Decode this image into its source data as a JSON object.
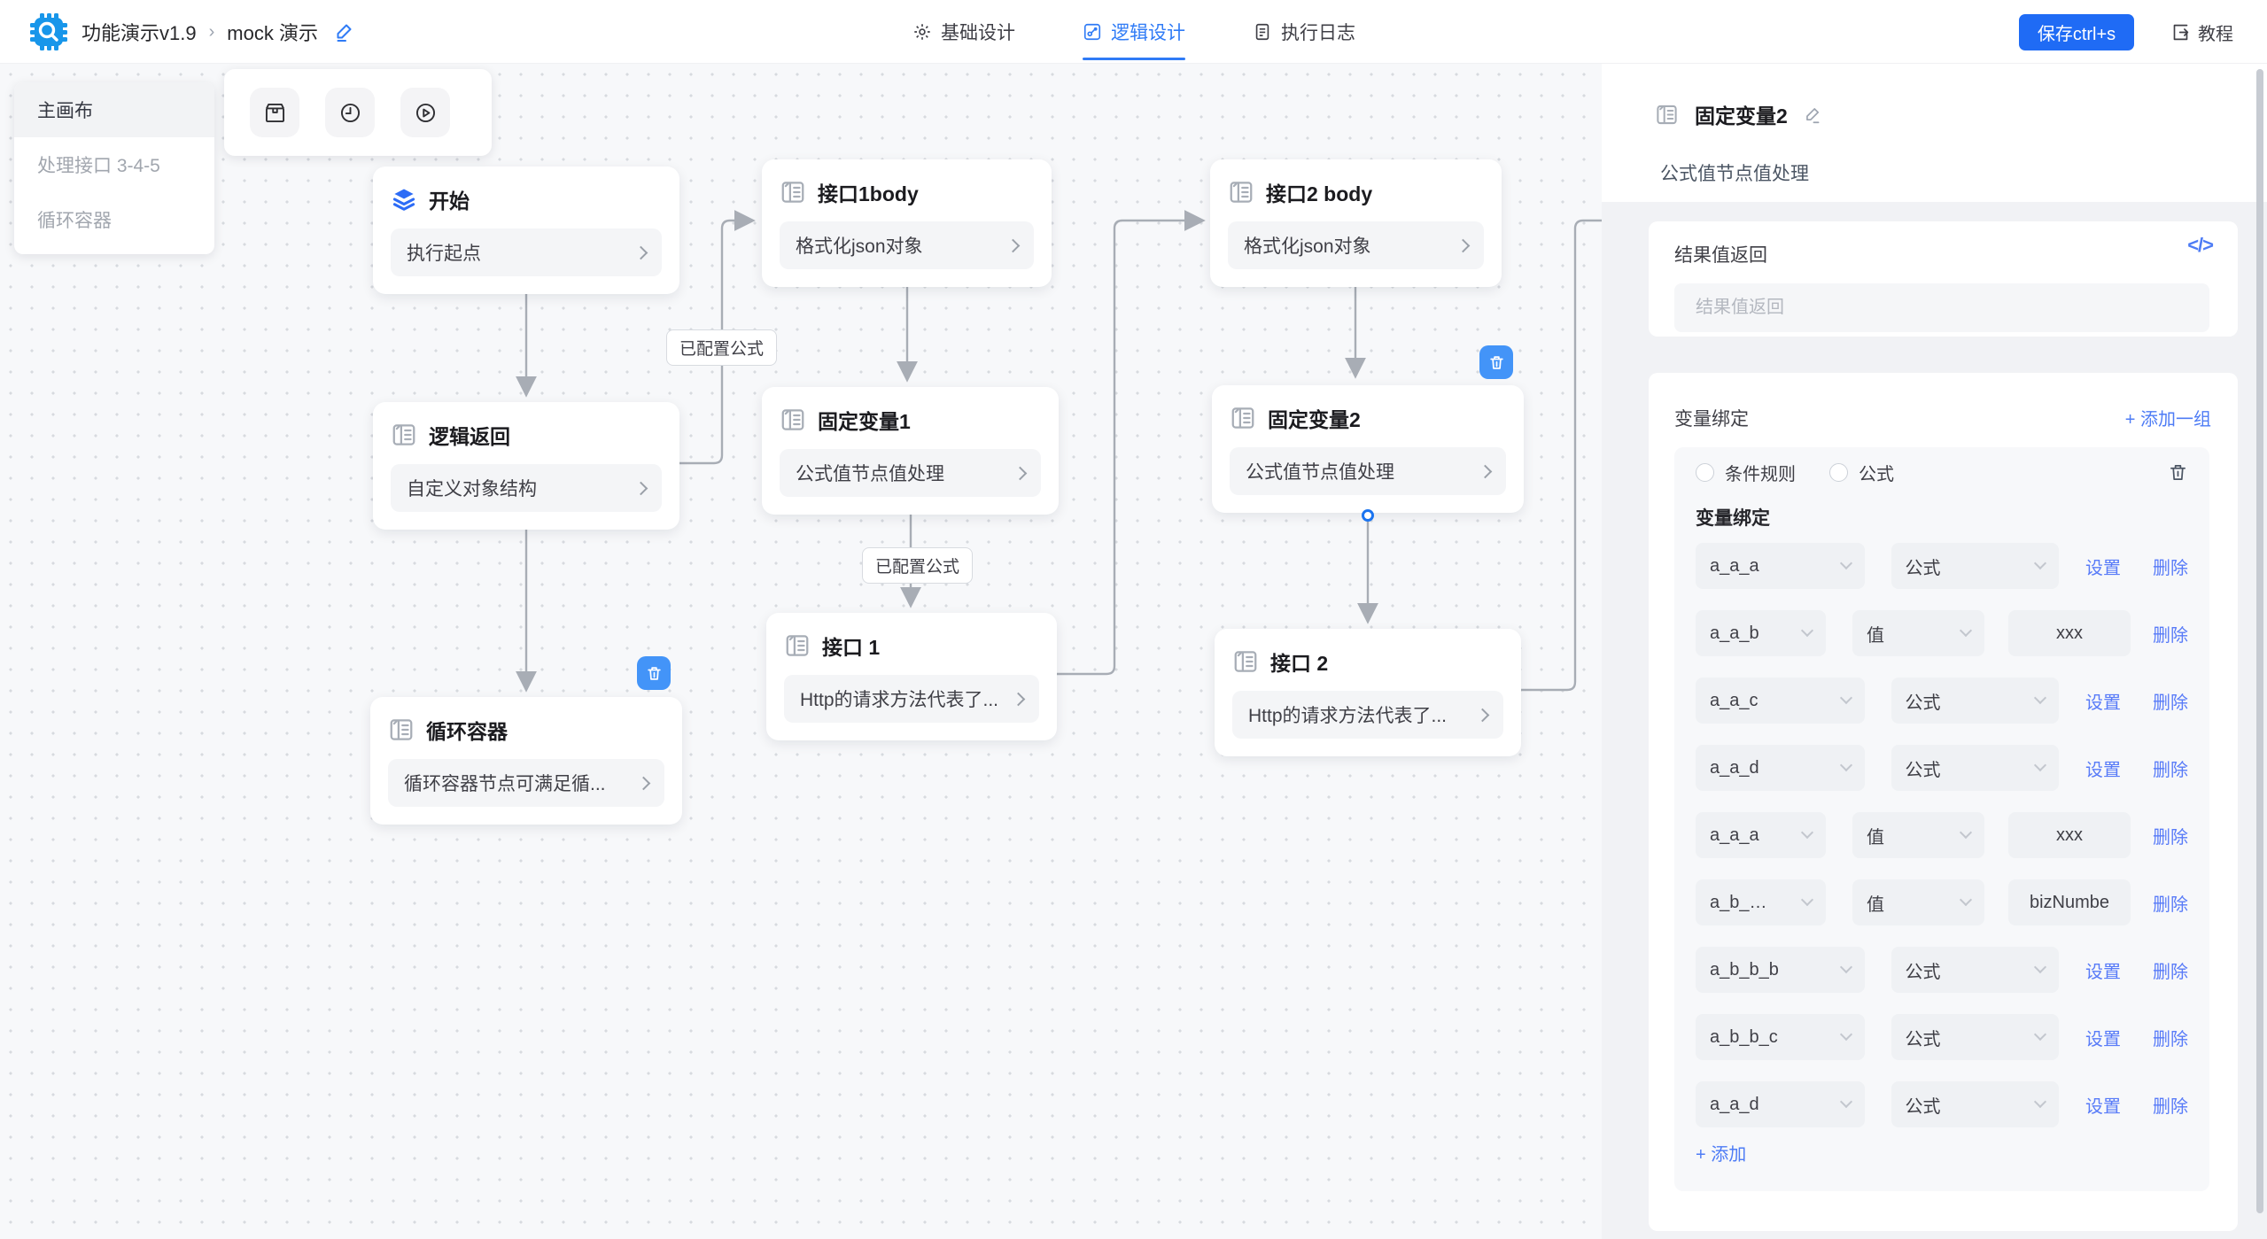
{
  "header": {
    "breadcrumb": {
      "app": "功能演示v1.9",
      "separator": "›",
      "page": "mock 演示"
    },
    "tabs": [
      {
        "label": "基础设计",
        "icon": "gear-icon"
      },
      {
        "label": "逻辑设计",
        "icon": "flow-icon"
      },
      {
        "label": "执行日志",
        "icon": "document-icon"
      }
    ],
    "save_label": "保存ctrl+s",
    "tutorial_label": "教程"
  },
  "canvas": {
    "left_panel": {
      "items": [
        {
          "label": "主画布"
        },
        {
          "label": "处理接口 3-4-5"
        },
        {
          "label": "循环容器"
        }
      ]
    },
    "toolbar_icons": [
      "package-icon",
      "clock-icon",
      "play-circle-icon"
    ],
    "nodes": [
      {
        "title": "开始",
        "body": "执行起点",
        "icon": "layers-icon"
      },
      {
        "title": "接口1body",
        "body": "格式化json对象",
        "icon": "panel-icon"
      },
      {
        "title": "接口2 body",
        "body": "格式化json对象",
        "icon": "panel-icon"
      },
      {
        "title": "逻辑返回",
        "body": "自定义对象结构",
        "icon": "panel-icon"
      },
      {
        "title": "固定变量1",
        "body": "公式值节点值处理",
        "icon": "panel-icon"
      },
      {
        "title": "固定变量2",
        "body": "公式值节点值处理",
        "icon": "panel-icon"
      },
      {
        "title": "接口 1",
        "body": "Http的请求方法代表了...",
        "icon": "panel-icon"
      },
      {
        "title": "接口 2",
        "body": "Http的请求方法代表了...",
        "icon": "panel-icon"
      },
      {
        "title": "循环容器",
        "body": "循环容器节点可满足循...",
        "icon": "panel-icon"
      }
    ],
    "edge_labels": [
      {
        "text": "已配置公式"
      },
      {
        "text": "已配置公式"
      }
    ]
  },
  "panel": {
    "title": "固定变量2",
    "subtitle": "公式值节点值处理",
    "result": {
      "label": "结果值返回",
      "code_icon": "</>",
      "placeholder": "结果值返回"
    },
    "binding": {
      "section_title": "变量绑定",
      "add_group_label": "+ 添加一组",
      "radios": [
        {
          "label": "条件规则"
        },
        {
          "label": "公式"
        }
      ],
      "group_title": "变量绑定",
      "rows": [
        {
          "name": "a_a_a",
          "type": "公式",
          "set": "设置",
          "del": "删除"
        },
        {
          "name": "a_a_b",
          "type": "值",
          "value": "xxx",
          "del": "删除"
        },
        {
          "name": "a_a_c",
          "type": "公式",
          "set": "设置",
          "del": "删除"
        },
        {
          "name": "a_a_d",
          "type": "公式",
          "set": "设置",
          "del": "删除"
        },
        {
          "name": "a_a_a",
          "type": "值",
          "value": "xxx",
          "del": "删除"
        },
        {
          "name": "a_b_…",
          "type": "值",
          "value": "bizNumbe",
          "del": "删除"
        },
        {
          "name": "a_b_b_b",
          "type": "公式",
          "set": "设置",
          "del": "删除"
        },
        {
          "name": "a_b_b_c",
          "type": "公式",
          "set": "设置",
          "del": "删除"
        },
        {
          "name": "a_a_d",
          "type": "公式",
          "set": "设置",
          "del": "删除"
        }
      ],
      "add_label": "+ 添加"
    }
  },
  "colors": {
    "accent_blue": "#1f6bf5",
    "tab_active_blue": "#2f7bf6",
    "link_blue": "#587bf8",
    "edge_gray": "#a8adb5",
    "logo_blue": "#1896ea",
    "trash_button_blue": "#4394f8"
  }
}
